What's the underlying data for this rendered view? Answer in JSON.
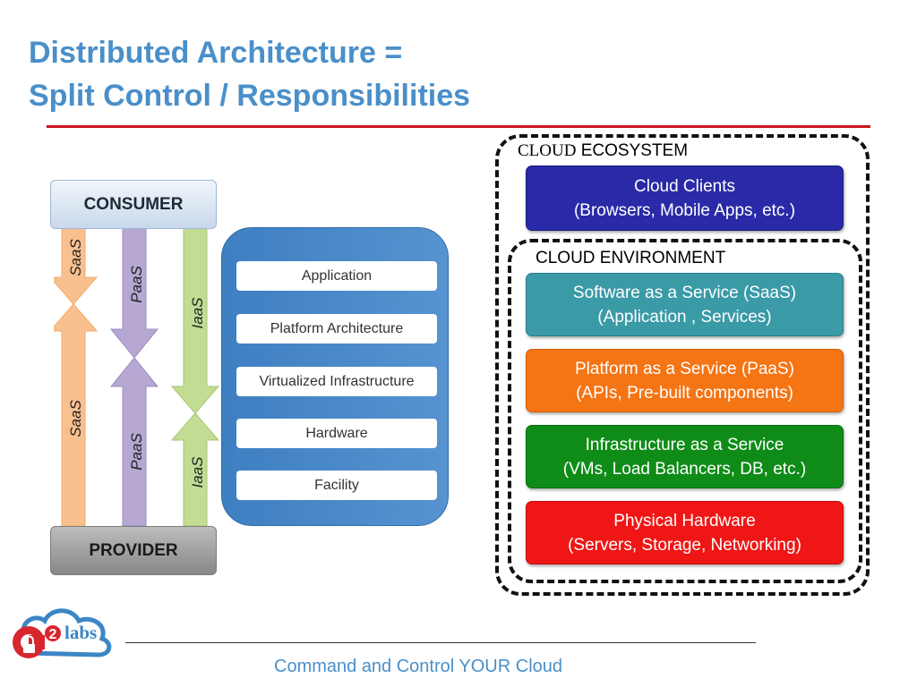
{
  "title": {
    "line1": "Distributed Architecture =",
    "line2": "Split Control / Responsibilities"
  },
  "left_diagram": {
    "consumer_label": "CONSUMER",
    "provider_label": "PROVIDER",
    "arrows": [
      {
        "top_label": "SaaS",
        "bottom_label": "SaaS",
        "color": "#f9c08f"
      },
      {
        "top_label": "PaaS",
        "bottom_label": "PaaS",
        "color": "#b6a7d3"
      },
      {
        "top_label": "IaaS",
        "bottom_label": "IaaS",
        "color": "#c2dc94"
      }
    ],
    "stack_layers": [
      "Application",
      "Platform Architecture",
      "Virtualized Infrastructure",
      "Hardware",
      "Facility"
    ],
    "stack_color": "#4a87c8"
  },
  "ecosystem": {
    "label_part1": "CLOUD",
    "label_part2": " ECOSYSTEM",
    "clients": {
      "line1": "Cloud Clients",
      "line2": "(Browsers, Mobile Apps, etc.)",
      "color": "#2a2aa8"
    },
    "environment_label": "CLOUD ENVIRONMENT",
    "services": [
      {
        "line1": "Software as a Service (SaaS)",
        "line2": "(Application , Services)",
        "color": "#3a9aa6"
      },
      {
        "line1": "Platform as a Service (PaaS)",
        "line2": "(APIs, Pre-built components)",
        "color": "#f57414"
      },
      {
        "line1": "Infrastructure as a Service",
        "line2": "(VMs, Load Balancers, DB, etc.)",
        "color": "#0f8c18"
      },
      {
        "line1": "Physical Hardware",
        "line2": "(Servers, Storage, Networking)",
        "color": "#f01616"
      }
    ]
  },
  "footer": {
    "tagline": "Command and Control YOUR Cloud",
    "logo_text": "labs",
    "logo_number": "2"
  }
}
